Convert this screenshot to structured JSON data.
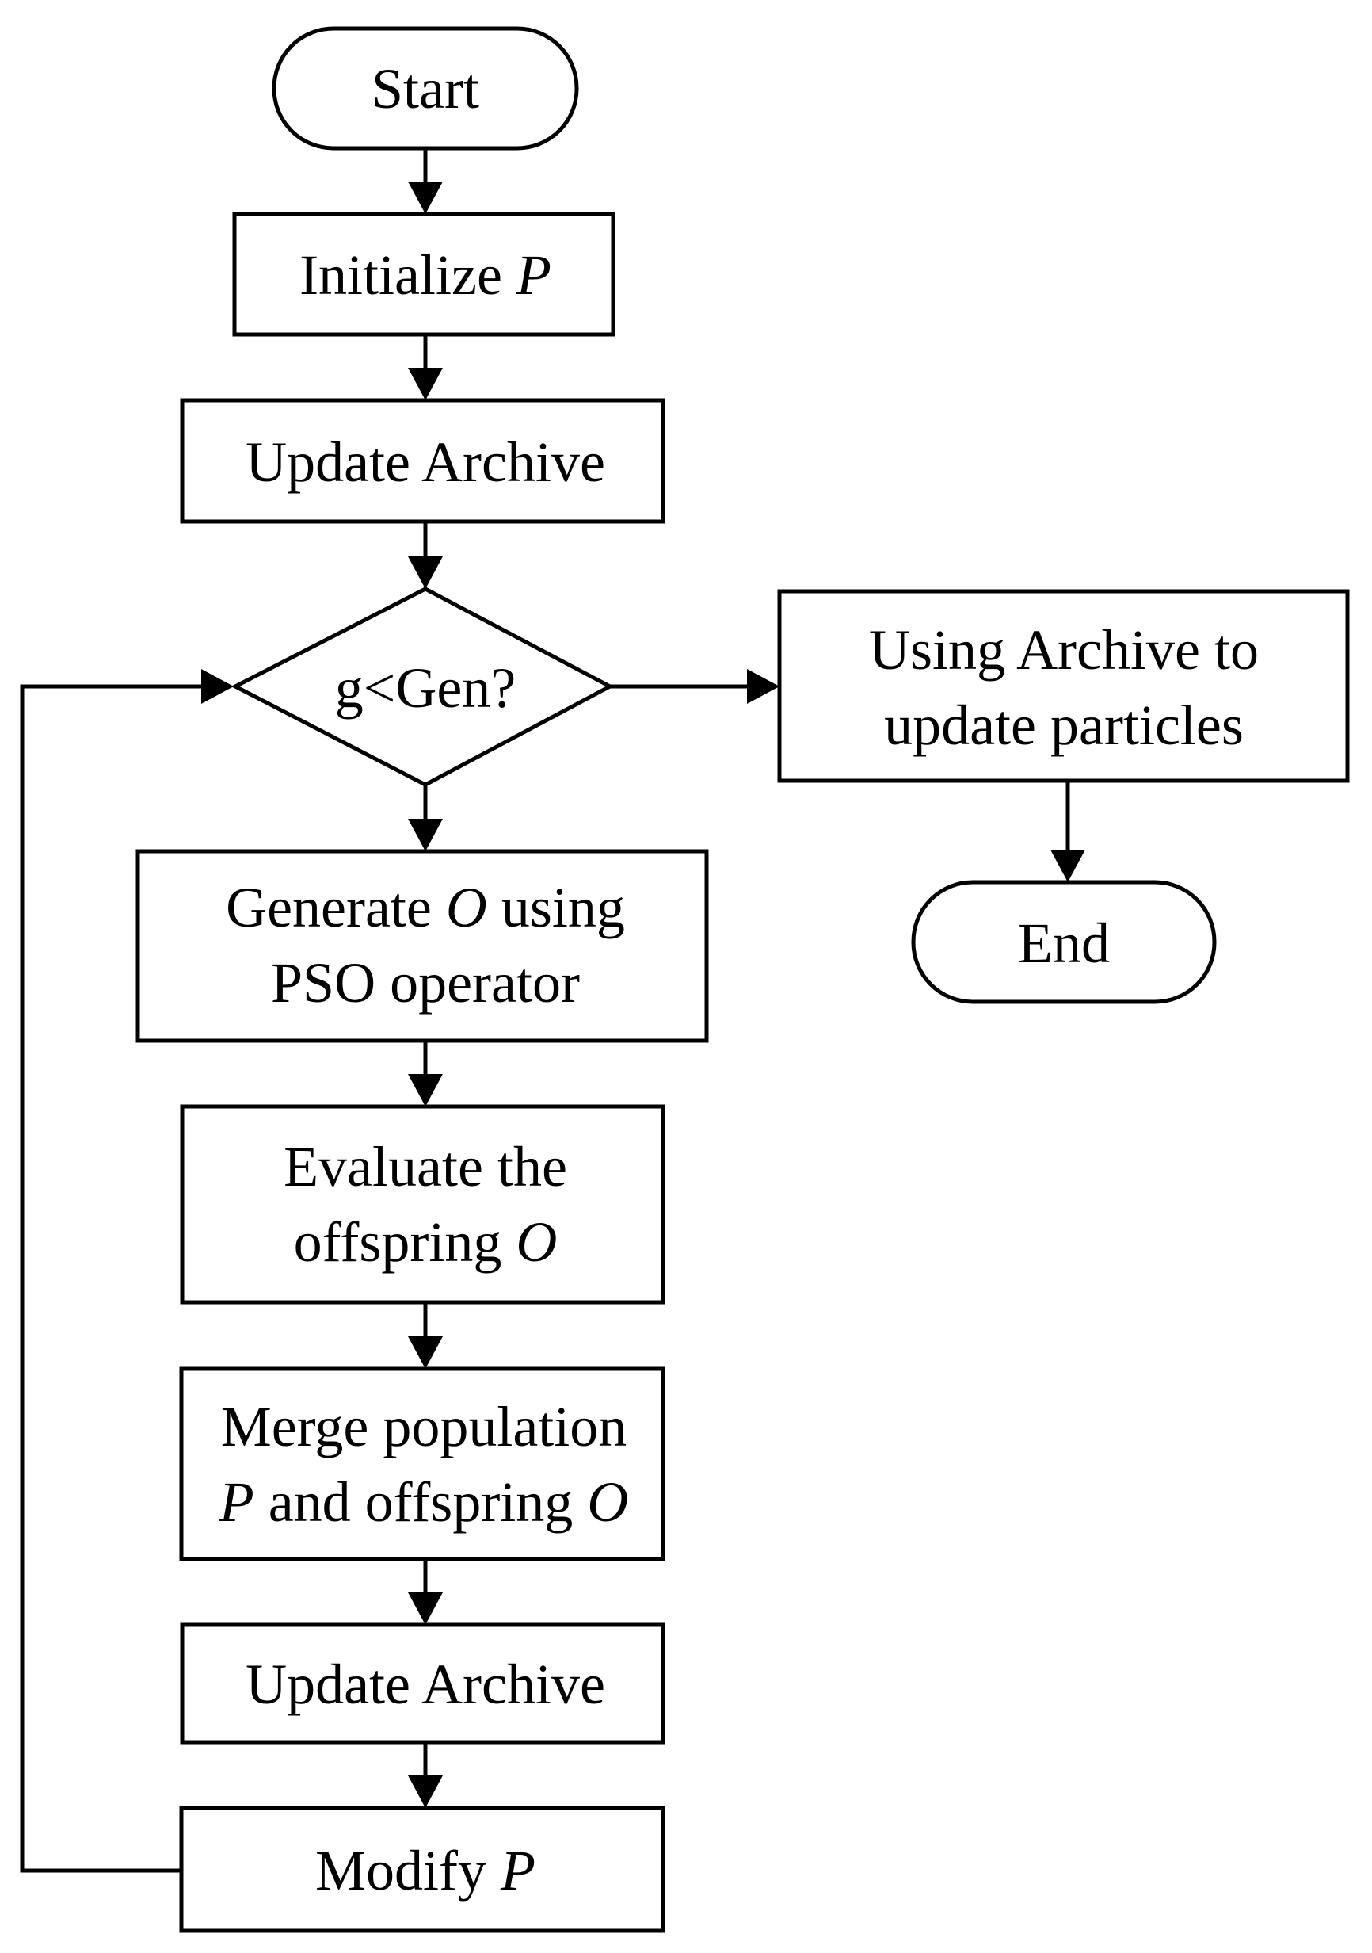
{
  "diagram": {
    "start": {
      "label": "Start"
    },
    "initialize": {
      "label": "Initialize ",
      "var": "P"
    },
    "update_archive_1": {
      "label": "Update Archive"
    },
    "decision": {
      "label": "g<Gen?"
    },
    "using_archive": {
      "line1": "Using Archive to",
      "line2": "update particles"
    },
    "end": {
      "label": "End"
    },
    "generate": {
      "line1_pre": "Generate ",
      "line1_var": "O",
      "line1_post": " using",
      "line2": "PSO operator"
    },
    "evaluate": {
      "line1": "Evaluate the",
      "line2_pre": "offspring ",
      "line2_var": "O"
    },
    "merge": {
      "line1": "Merge population",
      "line2_var1": "P",
      "line2_mid": " and offspring ",
      "line2_var2": "O"
    },
    "update_archive_2": {
      "label": "Update Archive"
    },
    "modify": {
      "label": "Modify ",
      "var": "P"
    }
  }
}
